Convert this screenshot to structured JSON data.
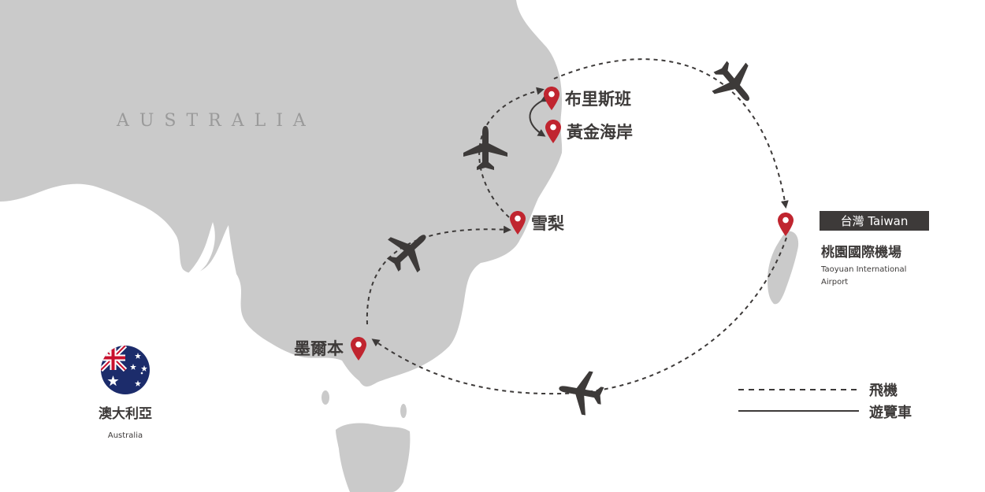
{
  "map": {
    "country_label": "AUSTRALIA",
    "colors": {
      "land": "#cacaca",
      "pin": "#c0252f",
      "ink": "#3d3a39",
      "badge": "#3d3a39"
    }
  },
  "cities": {
    "brisbane": "布里斯班",
    "gold_coast": "黃金海岸",
    "sydney": "雪梨",
    "melbourne": "墨爾本"
  },
  "airport": {
    "badge": "台灣 Taiwan",
    "name_cn": "桃園國際機場",
    "name_en_line1": "Taoyuan International",
    "name_en_line2": "Airport"
  },
  "flag": {
    "name_cn": "澳大利亞",
    "name_en": "Australia",
    "icon": "australia-flag-icon"
  },
  "legend": {
    "flight_label": "飛機",
    "bus_label": "遊覽車"
  }
}
